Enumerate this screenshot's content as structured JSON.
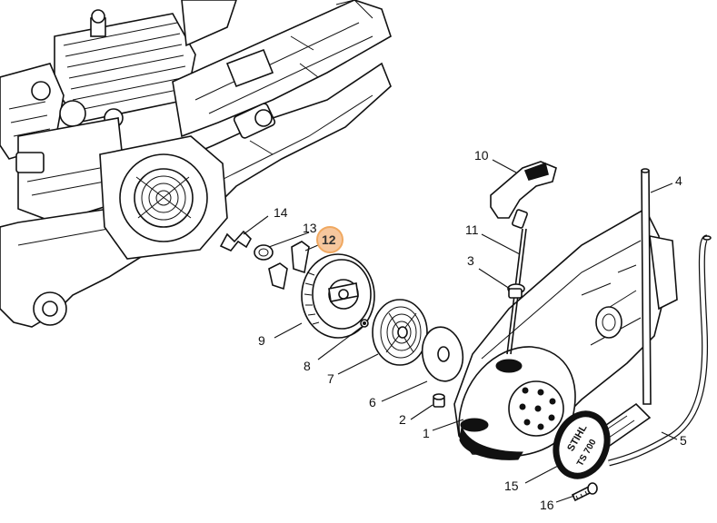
{
  "diagram": {
    "highlight_color": "#f0a860",
    "labels": {
      "p1": "1",
      "p2": "2",
      "p3": "3",
      "p4": "4",
      "p5": "5",
      "p6": "6",
      "p7": "7",
      "p8": "8",
      "p9": "9",
      "p10": "10",
      "p11": "11",
      "p12": "12",
      "p13": "13",
      "p14": "14",
      "p15": "15",
      "p16": "16"
    },
    "brand_mark": "STIHL",
    "model_mark": "TS 700"
  }
}
